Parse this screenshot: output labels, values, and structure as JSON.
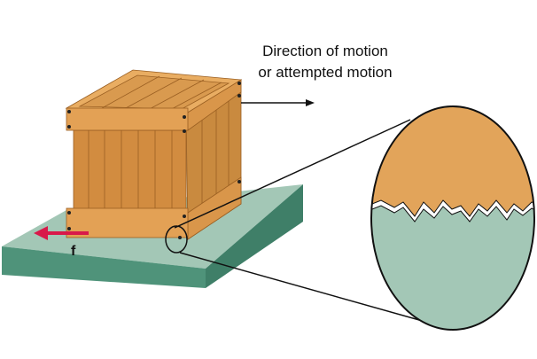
{
  "labels": {
    "motion_line1": "Direction of motion",
    "motion_line2": "or attempted motion",
    "friction": "f"
  },
  "colors": {
    "crate": "#d9964a",
    "crate_light": "#e9ad62",
    "crate_dark": "#a8692a",
    "surface_top": "#a3c7b6",
    "surface_front": "#4f937a",
    "friction_arrow": "#d8194a"
  }
}
